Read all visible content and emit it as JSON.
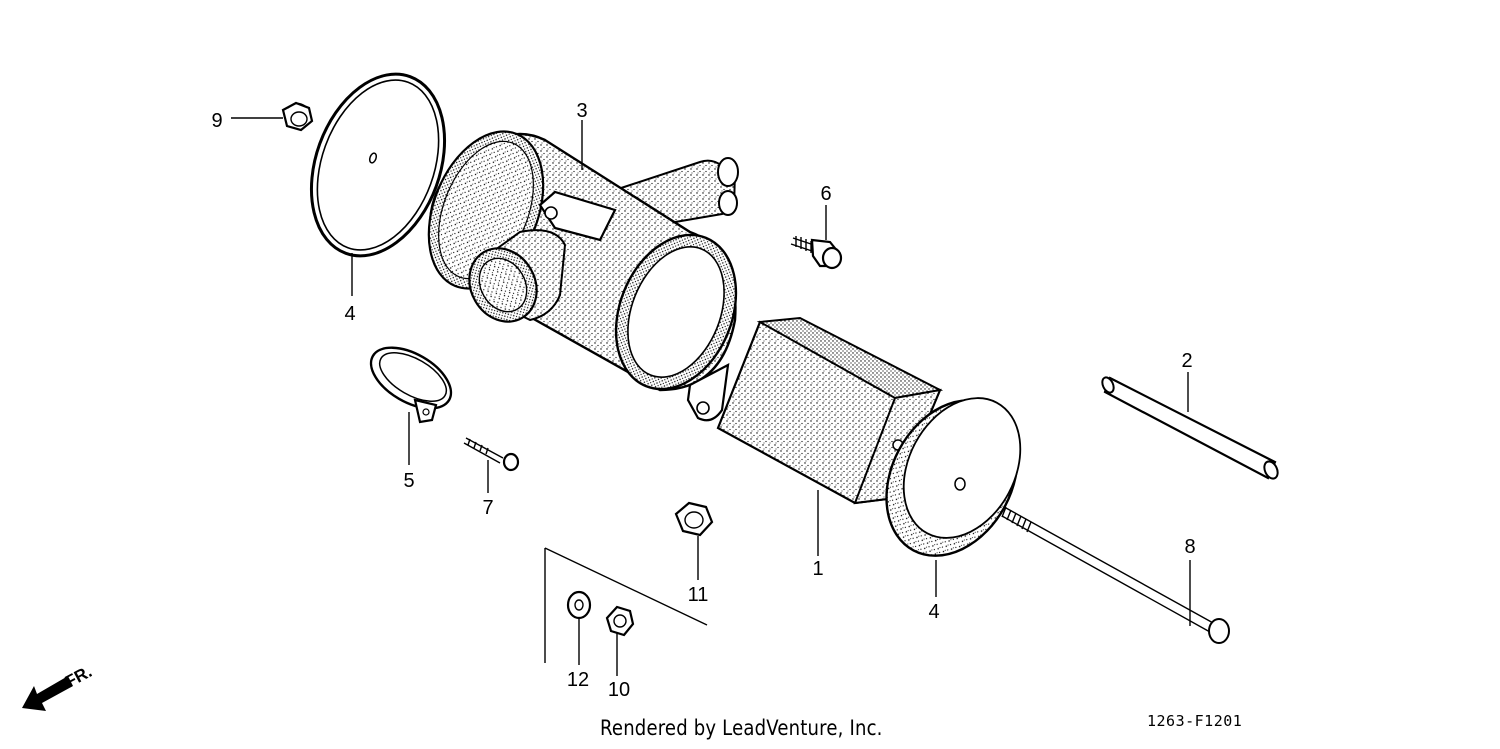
{
  "diagram": {
    "callouts": [
      {
        "id": "1",
        "label": "1"
      },
      {
        "id": "2",
        "label": "2"
      },
      {
        "id": "3",
        "label": "3"
      },
      {
        "id": "4a",
        "label": "4"
      },
      {
        "id": "4b",
        "label": "4"
      },
      {
        "id": "5",
        "label": "5"
      },
      {
        "id": "6",
        "label": "6"
      },
      {
        "id": "7",
        "label": "7"
      },
      {
        "id": "8",
        "label": "8"
      },
      {
        "id": "9",
        "label": "9"
      },
      {
        "id": "10",
        "label": "10"
      },
      {
        "id": "11",
        "label": "11"
      },
      {
        "id": "12",
        "label": "12"
      }
    ],
    "direction_label": "FR.",
    "credit": "Rendered by LeadVenture, Inc.",
    "figure_code": "1263-F1201"
  }
}
